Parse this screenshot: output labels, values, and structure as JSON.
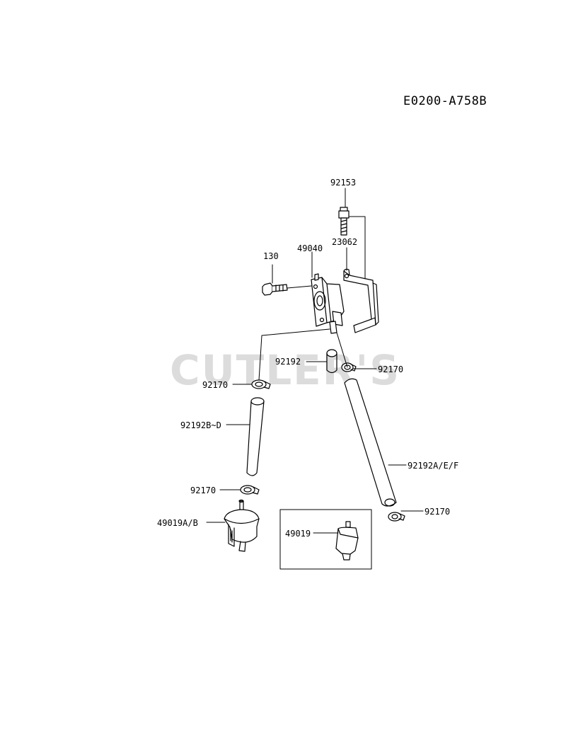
{
  "diagram_code": "E0200-A758B",
  "watermark": "CUTLER'S",
  "parts": {
    "p92153": "92153",
    "p23062": "23062",
    "p49040": "49040",
    "p130": "130",
    "p92192": "92192",
    "p92170_right_top": "92170",
    "p92170_left_top": "92170",
    "p92192BD": "92192B~D",
    "p92192AEF": "92192A/E/F",
    "p92170_left_bottom": "92170",
    "p92170_right_bottom": "92170",
    "p49019AB": "49019A/B",
    "p49019": "49019"
  },
  "colors": {
    "line": "#000000",
    "watermark": "#d9d9d9",
    "background": "#ffffff"
  }
}
